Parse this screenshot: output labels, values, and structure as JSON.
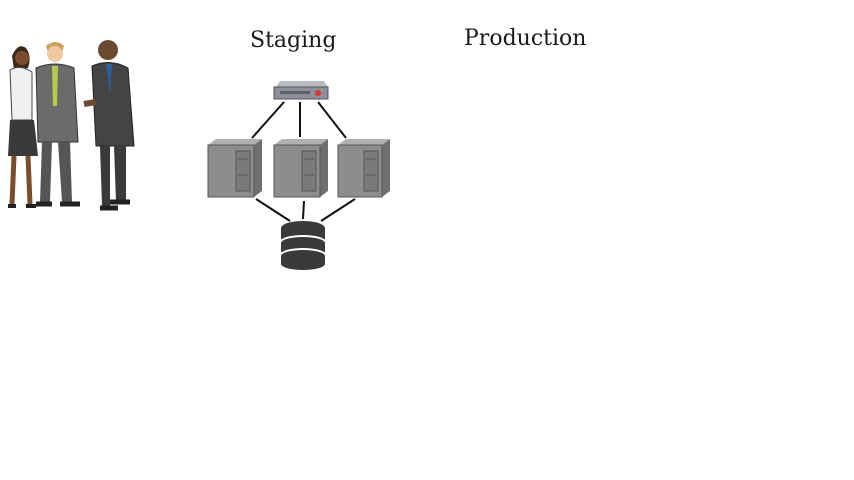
{
  "labels": {
    "staging": "Staging",
    "production": "Production"
  },
  "icons": {
    "people": "business-people-illustration",
    "load_balancer": "load-balancer-icon",
    "server": "server-tower-icon",
    "database": "database-icon"
  },
  "colors": {
    "background": "#ffffff",
    "server_body": "#8d8d8d",
    "server_dark": "#6f6f6f",
    "database": "#3a3a3a",
    "text": "#1a1a1a"
  }
}
